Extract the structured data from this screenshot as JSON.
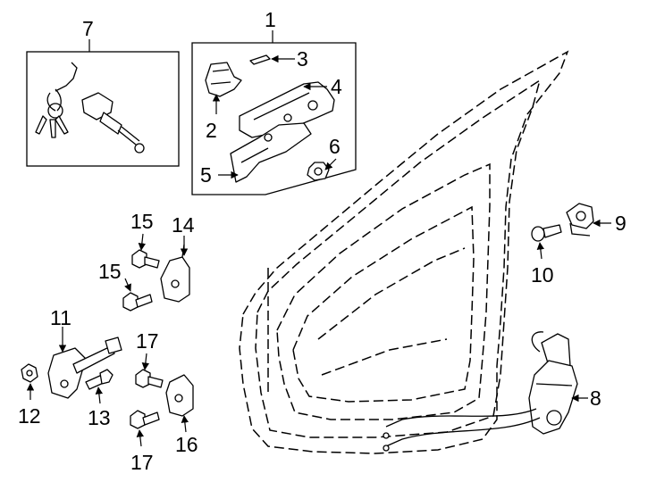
{
  "diagram": {
    "callouts": {
      "c1": "1",
      "c2": "2",
      "c3": "3",
      "c4": "4",
      "c5": "5",
      "c6": "6",
      "c7": "7",
      "c8": "8",
      "c9": "9",
      "c10": "10",
      "c11": "11",
      "c12": "12",
      "c13": "13",
      "c14": "14",
      "c15a": "15",
      "c15b": "15",
      "c16": "16",
      "c17a": "17",
      "c17b": "17"
    },
    "colors": {
      "ink": "#000000",
      "paper": "#ffffff"
    }
  }
}
